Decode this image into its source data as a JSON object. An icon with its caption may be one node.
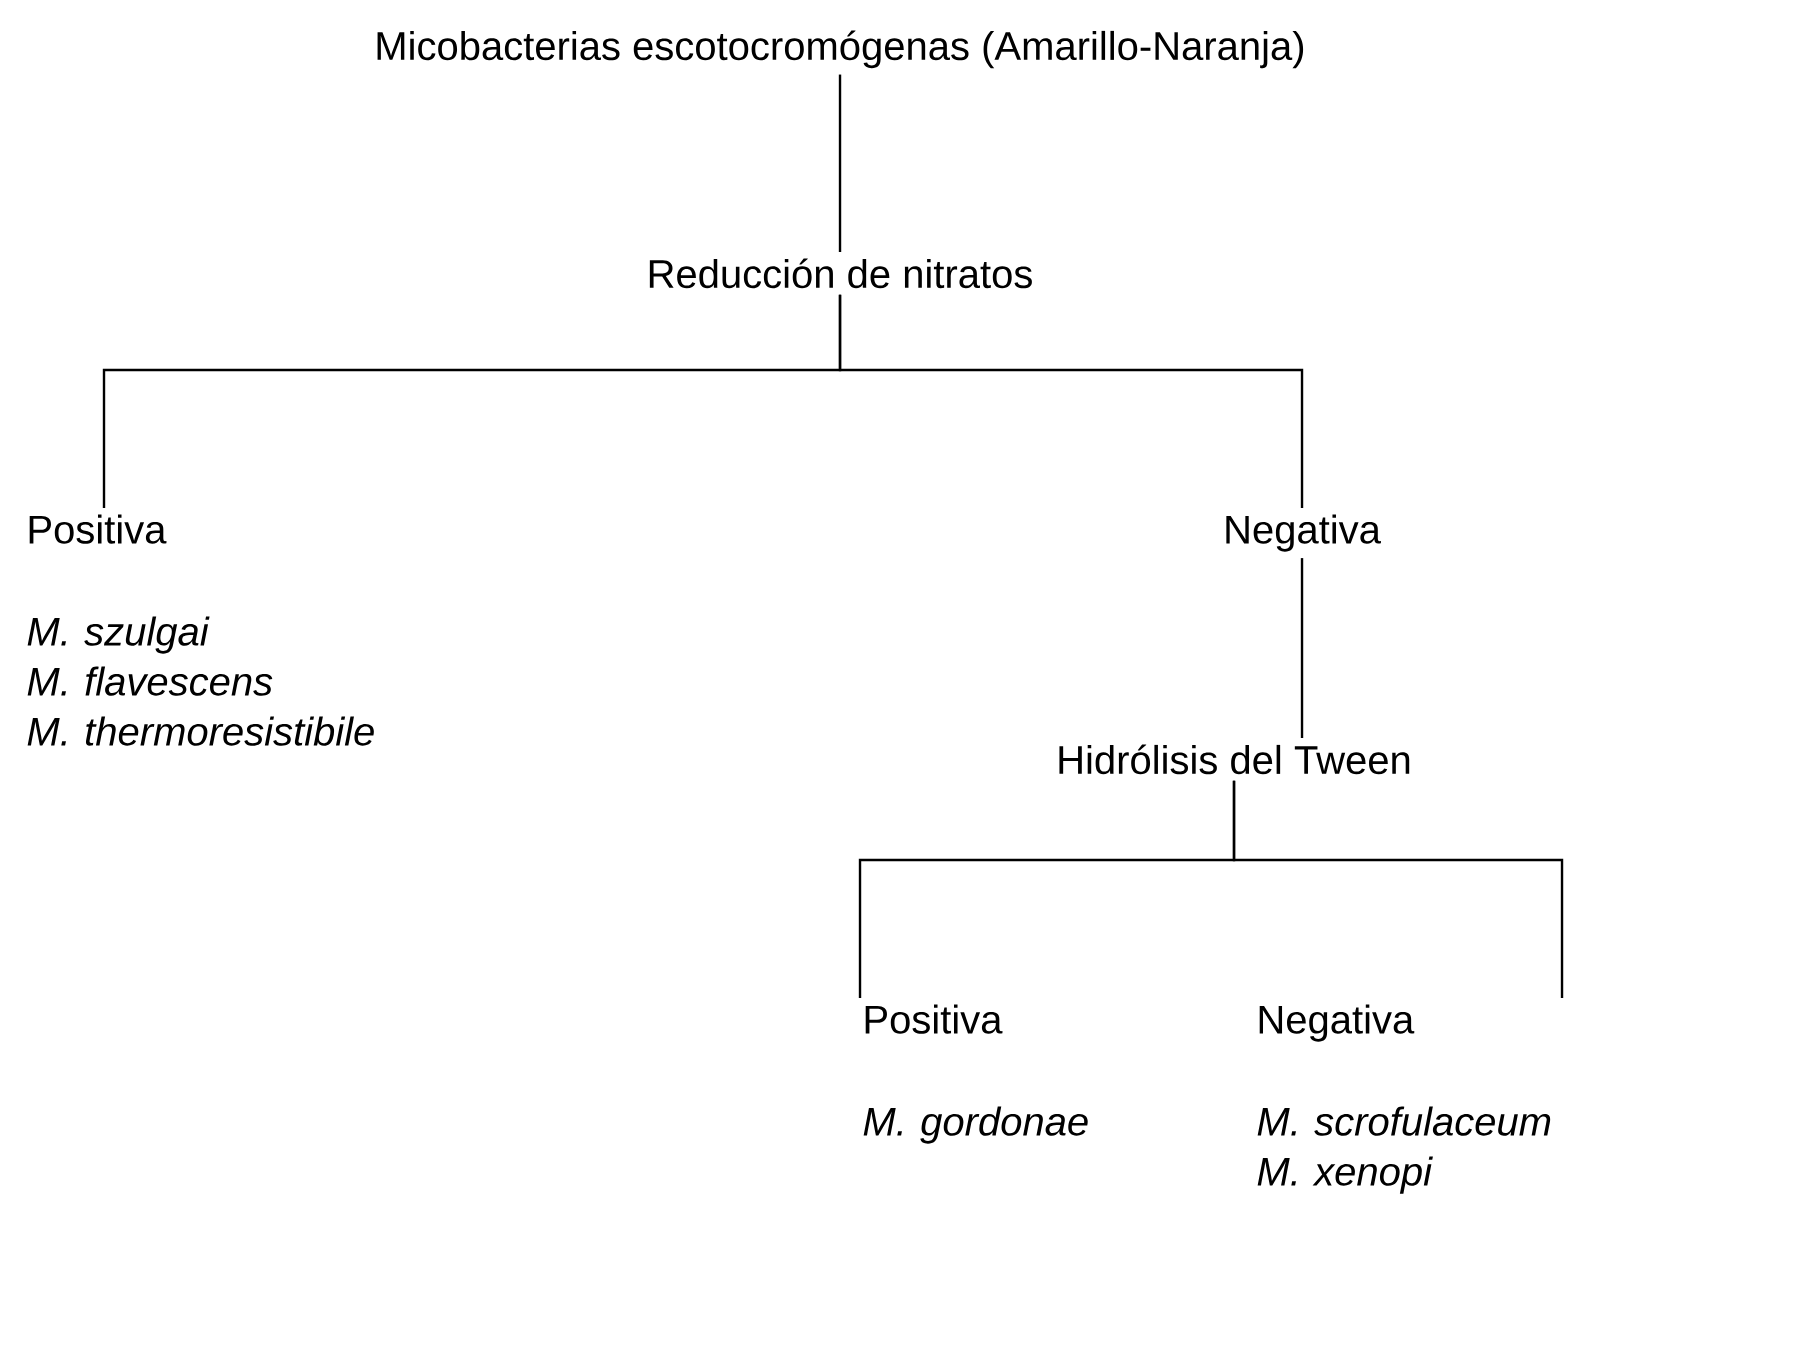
{
  "diagram": {
    "nodes": [
      {
        "text": [
          "Micobacterias escotocromógenas (Amarillo-Naranja)"
        ]
      },
      {
        "text": [
          "Reducción de nitratos"
        ]
      },
      {
        "text": [
          "Positiva",
          "M. szulgai",
          "M. flavescens",
          "M. thermoresistibile"
        ]
      },
      {
        "text": [
          "Negativa"
        ]
      },
      {
        "text": [
          "Hidrólisis del Tween"
        ]
      },
      {
        "text": [
          "Positiva",
          "M. gordonae"
        ]
      },
      {
        "text": [
          "Negativa",
          "M. scrofulaceum",
          "M. xenopi"
        ]
      }
    ],
    "edges": [
      {
        "from": 0,
        "to": 1,
        "arrow": "none"
      },
      {
        "from": 1,
        "to": 2,
        "arrow": "none"
      },
      {
        "from": 1,
        "to": 3,
        "arrow": "none"
      },
      {
        "from": 3,
        "to": 4,
        "arrow": "none"
      },
      {
        "from": 4,
        "to": 5,
        "arrow": "none"
      },
      {
        "from": 4,
        "to": 6,
        "arrow": "none"
      }
    ]
  }
}
